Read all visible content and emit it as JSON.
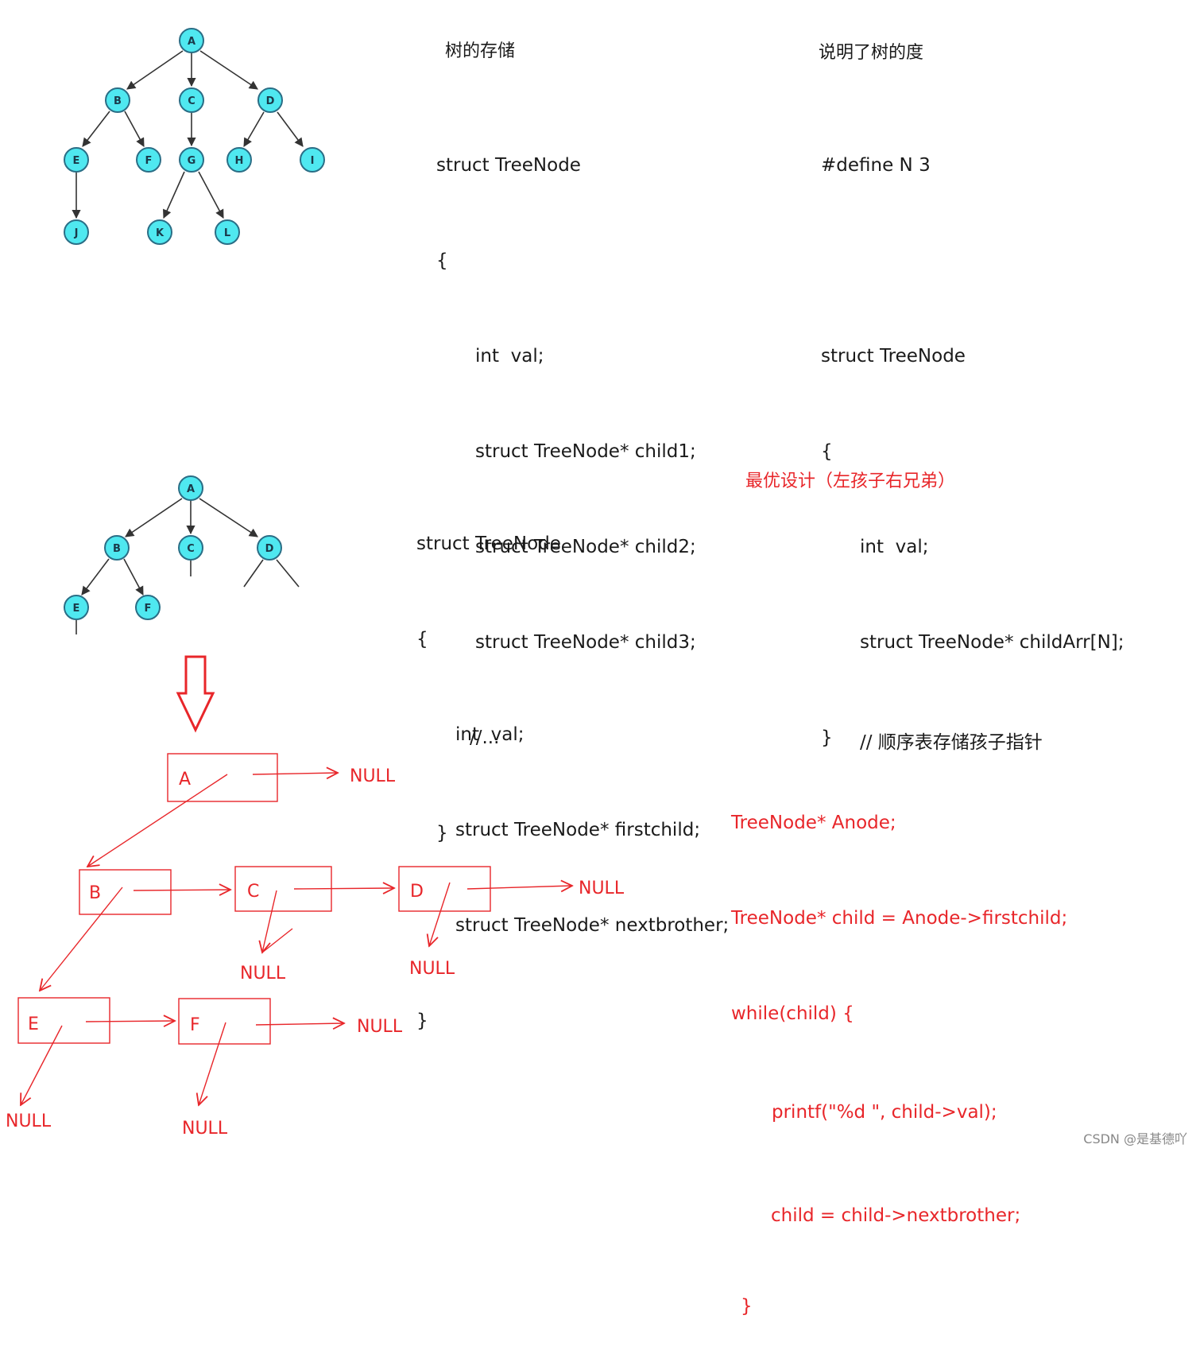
{
  "tree_top": {
    "nodes": [
      "A",
      "B",
      "C",
      "D",
      "E",
      "F",
      "G",
      "H",
      "I",
      "J",
      "K",
      "L"
    ]
  },
  "tree_bottom": {
    "nodes": [
      "A",
      "B",
      "C",
      "D",
      "E",
      "F"
    ]
  },
  "section1": {
    "heading": "树的存储",
    "code": [
      "struct TreeNode",
      "{",
      "int  val;",
      "struct TreeNode* child1;",
      "struct TreeNode* child2;",
      "struct TreeNode* child3;",
      "//...",
      "}"
    ]
  },
  "section2": {
    "heading": "说明了树的度",
    "code": [
      "#define N 3",
      "struct TreeNode",
      "{",
      "int  val;",
      "struct TreeNode* childArr[N];",
      "}",
      "// 顺序表存储孩子指针"
    ]
  },
  "section3": {
    "code": [
      "struct TreeNode",
      "{",
      "int  val;",
      "struct TreeNode* firstchild;",
      "struct TreeNode* nextbrother;",
      "}"
    ]
  },
  "section4": {
    "heading": "最优设计（左孩子右兄弟）",
    "code": [
      "TreeNode* Anode;",
      "TreeNode* child = Anode->firstchild;",
      "while(child) {",
      "printf(\"%d \", child->val);",
      "child = child->nextbrother;",
      "}"
    ]
  },
  "linked": {
    "boxes": [
      "A",
      "B",
      "C",
      "D",
      "E",
      "F"
    ],
    "null_label": "NULL"
  },
  "watermark": "CSDN @是基德吖",
  "colors": {
    "node_fill": "#4fe8f0",
    "node_stroke": "#2a6e86",
    "red": "#e8262a"
  }
}
